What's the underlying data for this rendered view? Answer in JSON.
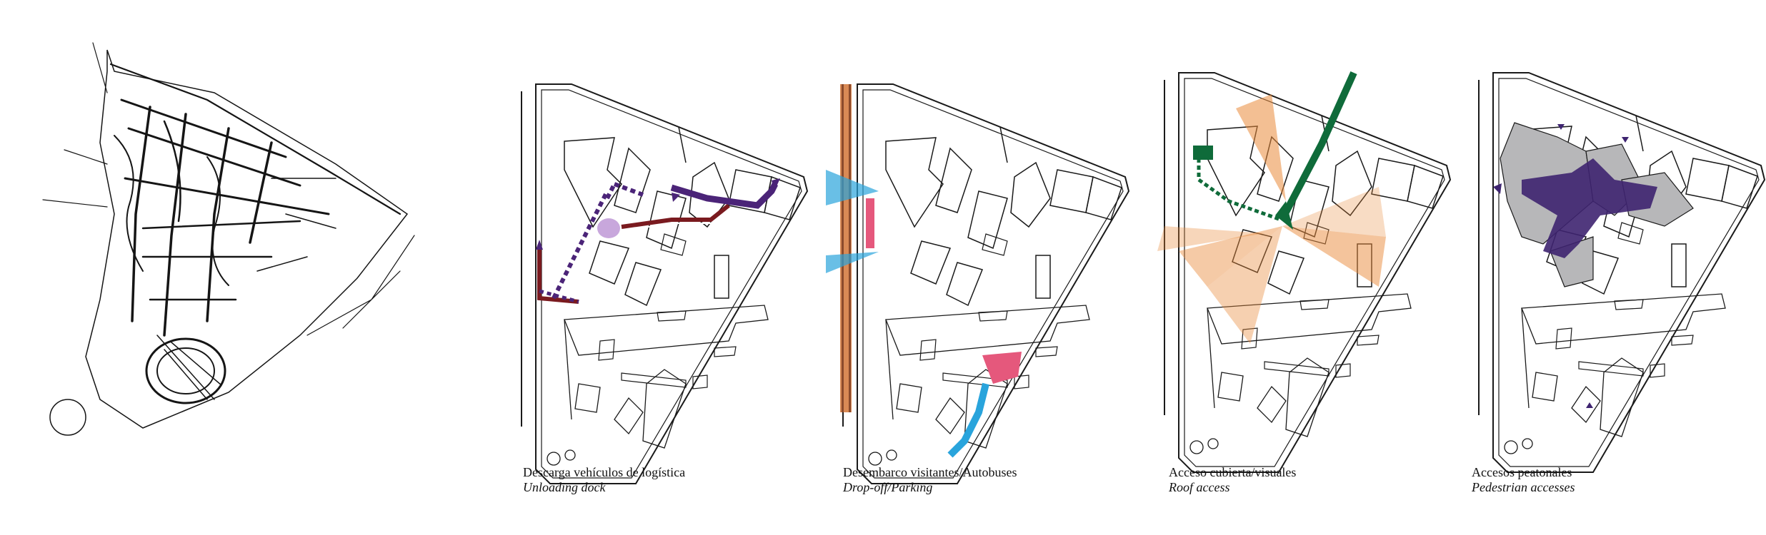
{
  "panels": [
    {
      "es": "Descarga vehículos de logística",
      "en": "Unloading dock"
    },
    {
      "es": "Desembarco visitantes/Autobuses",
      "en": "Drop-off/Parking"
    },
    {
      "es": "Acceso cubierta/visuales",
      "en": "Roof access"
    },
    {
      "es": "Accesos  peatonales",
      "en": "Pedestrian accesses"
    }
  ],
  "colors": {
    "line": "#1a1a1a",
    "logistics_purple": "#4b2478",
    "logistics_red": "#7a1a1f",
    "dropoff_orange": "#d98a55",
    "dropoff_pink": "#e5587c",
    "dropoff_blue": "#29a4dc",
    "roof_green": "#0f6b3a",
    "roof_orange": "#e98a3a",
    "pedestrian_purple": "#3e2470",
    "pedestrian_gray": "#b7b7b9"
  }
}
